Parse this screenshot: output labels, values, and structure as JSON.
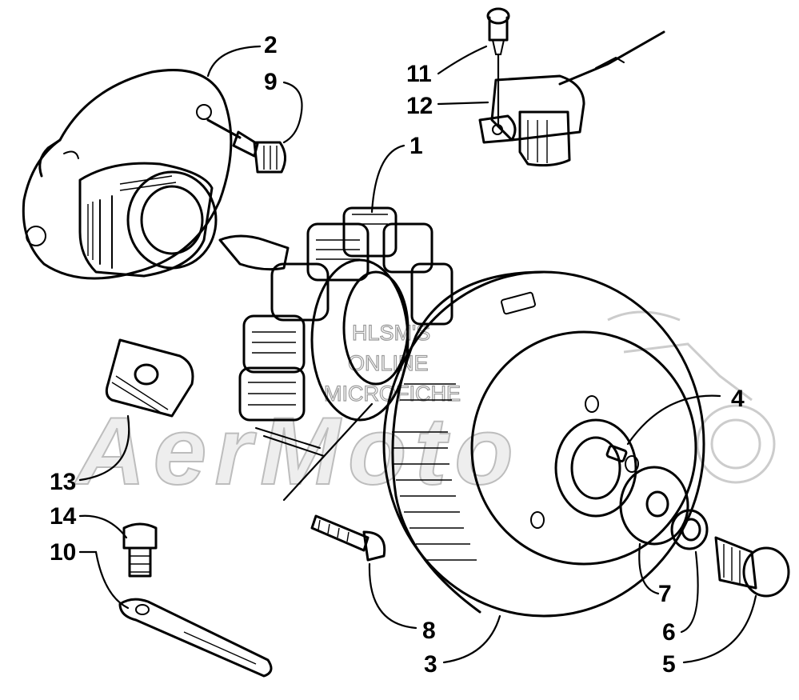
{
  "diagram": {
    "callouts": [
      {
        "id": "1",
        "label": "1"
      },
      {
        "id": "2",
        "label": "2"
      },
      {
        "id": "3",
        "label": "3"
      },
      {
        "id": "4",
        "label": "4"
      },
      {
        "id": "5",
        "label": "5"
      },
      {
        "id": "6",
        "label": "6"
      },
      {
        "id": "7",
        "label": "7"
      },
      {
        "id": "8",
        "label": "8"
      },
      {
        "id": "9",
        "label": "9"
      },
      {
        "id": "10",
        "label": "10"
      },
      {
        "id": "11",
        "label": "11"
      },
      {
        "id": "12",
        "label": "12"
      },
      {
        "id": "13",
        "label": "13"
      },
      {
        "id": "14",
        "label": "14"
      }
    ]
  },
  "watermark": {
    "line1": "HLSM'S",
    "line2": "ONLINE",
    "line3": "MICROFICHE",
    "brand": "AerMoto"
  },
  "colors": {
    "ink": "#000000",
    "watermark": "#cfcfcf",
    "background": "#ffffff"
  }
}
